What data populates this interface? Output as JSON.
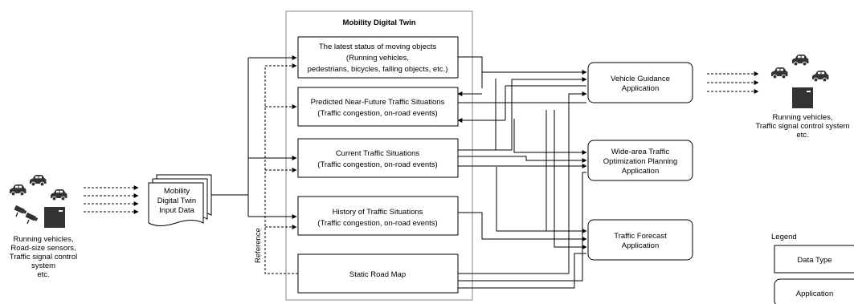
{
  "frame_title": "Mobility Digital Twin",
  "data_boxes": [
    {
      "lines": [
        "The latest status of moving objects",
        "(Running vehicles,",
        "pedestrians, bicycles, falling objects, etc.)"
      ]
    },
    {
      "lines": [
        "Predicted Near-Future Traffic Situations",
        "(Traffic congestion, on-road events)"
      ]
    },
    {
      "lines": [
        "Current Traffic Situations",
        "(Traffic congestion, on-road events)"
      ]
    },
    {
      "lines": [
        "History of Traffic Situations",
        "(Traffic congestion, on-road events)"
      ]
    },
    {
      "lines": [
        "Static Road Map"
      ]
    }
  ],
  "input_doc": {
    "lines": [
      "Mobility",
      "Digital Twin",
      "Input Data"
    ]
  },
  "apps": [
    {
      "lines": [
        "Vehicle Guidance",
        "Application"
      ]
    },
    {
      "lines": [
        "Wide-area Traffic",
        "Optimization Planning",
        "Application"
      ]
    },
    {
      "lines": [
        "Traffic Forecast",
        "Application"
      ]
    }
  ],
  "left_caption": [
    "Running vehicles,",
    "Road-size sensors,",
    "Traffic signal control",
    "system",
    "etc."
  ],
  "right_caption": [
    "Running vehicles,",
    "Traffic signal control system",
    "etc."
  ],
  "reference_label": "Reference",
  "legend": {
    "title": "Legend",
    "data_type": "Data Type",
    "application": "Application"
  },
  "icons": {
    "car": "car-icon",
    "signal_box": "traffic-signal-controller-icon",
    "camera": "camera-sensor-icon"
  },
  "colors": {
    "line": "#000000",
    "frame_border": "#8a8a8a",
    "icon_fill": "#333333"
  }
}
